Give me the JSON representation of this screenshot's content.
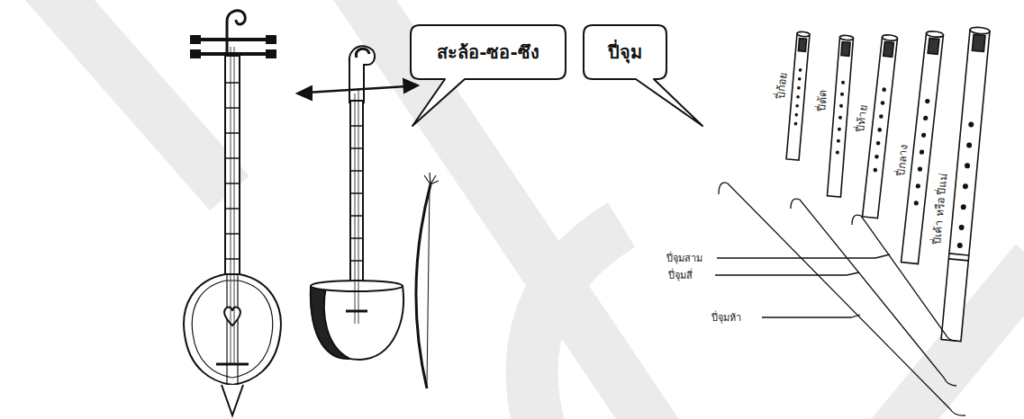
{
  "diagram": {
    "nodes": [
      {
        "text": [
          "สะล้อ-ซอ-ซึง"
        ]
      },
      {
        "text": [
          "ปี่จุม"
        ]
      }
    ],
    "labels": [
      "ปี่ก้อย",
      "ปี่ตัด",
      "ปี่ท้าย",
      "ปี่กลาง",
      "ปี่เค้า หรือ ปี่แม่",
      "ปี่จุมสาม",
      "ปี่จุมสี่",
      "ปี่จุมห้า"
    ]
  }
}
